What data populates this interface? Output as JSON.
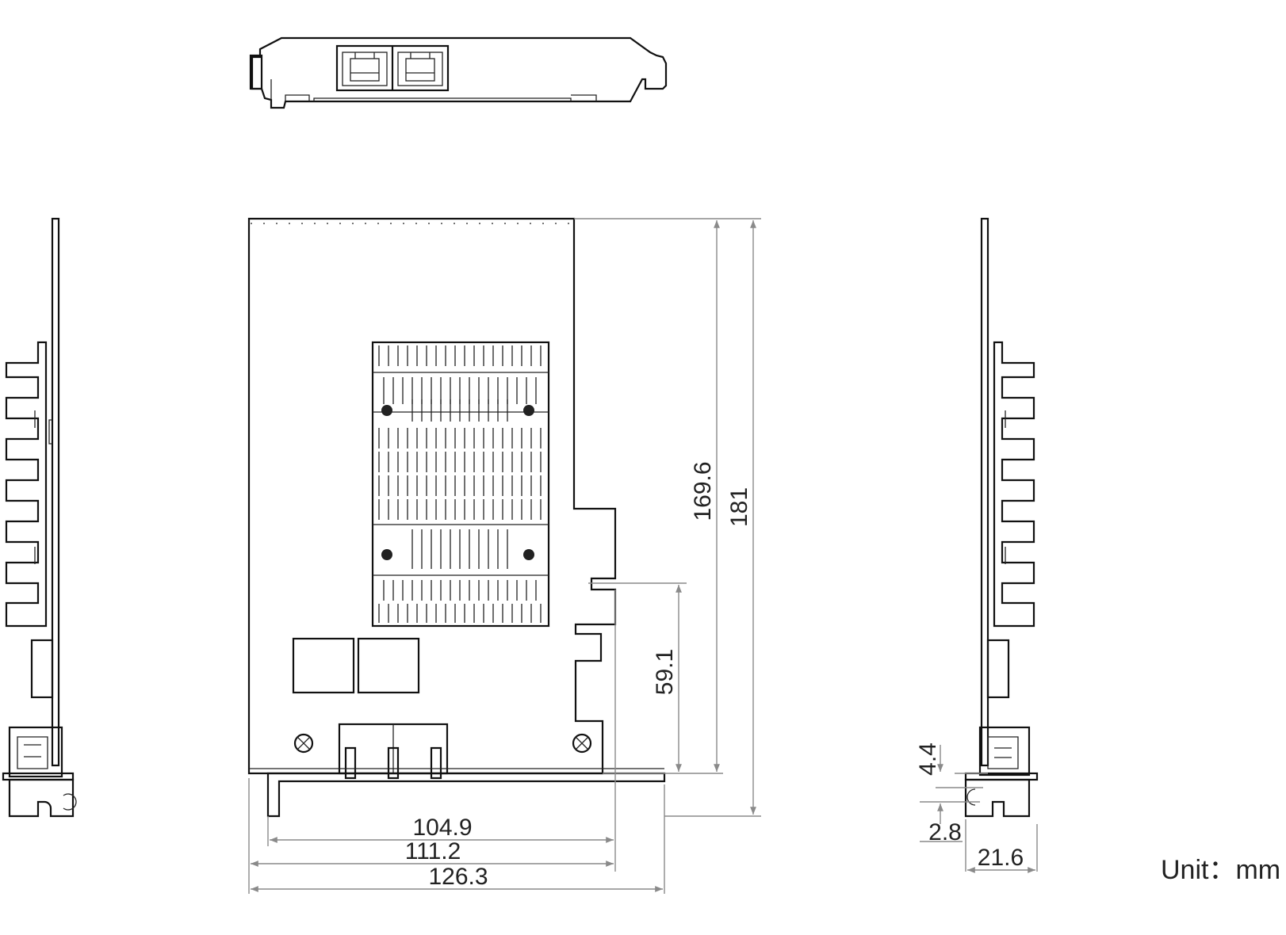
{
  "dimensions": {
    "height_169_6": "169.6",
    "height_181": "181",
    "height_59_1": "59.1",
    "width_104_9": "104.9",
    "width_111_2": "111.2",
    "width_126_3": "126.3",
    "side_4_4": "4.4",
    "side_2_8": "2.8",
    "side_21_6": "21.6"
  },
  "unit_label": "Unit：mm"
}
